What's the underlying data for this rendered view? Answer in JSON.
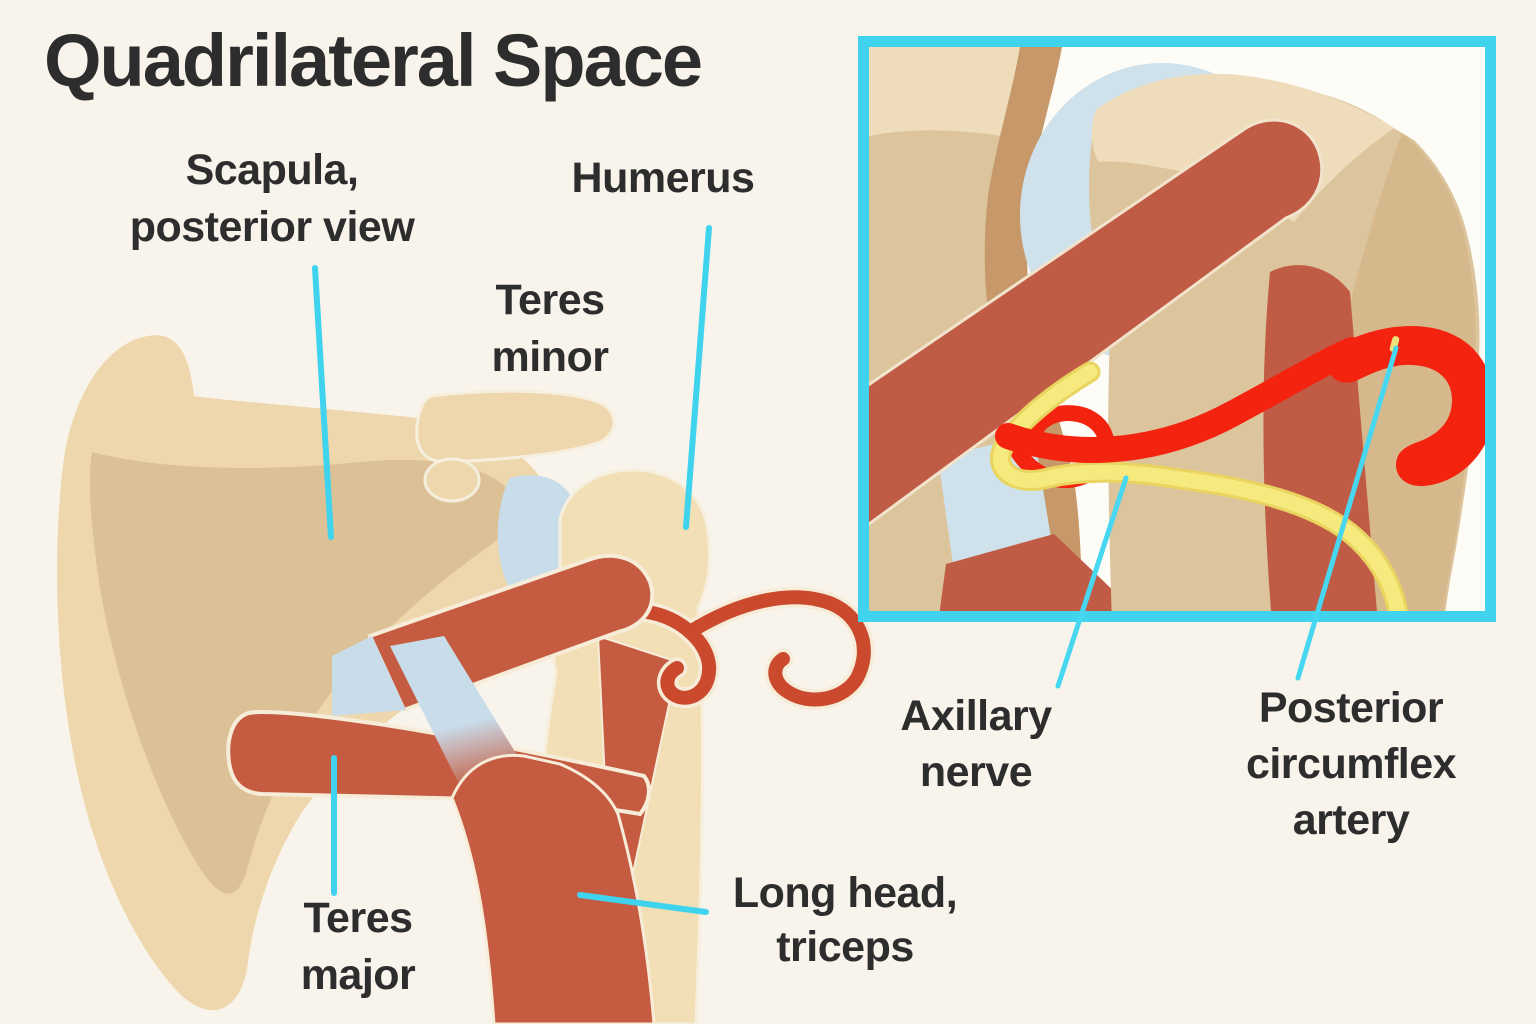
{
  "title": "Quadrilateral Space",
  "main_view": {
    "labels": {
      "scapula": [
        "Scapula,",
        "posterior view"
      ],
      "humerus": [
        "Humerus"
      ],
      "teres_minor": [
        "Teres",
        "minor"
      ],
      "teres_major": [
        "Teres",
        "major"
      ],
      "long_head_triceps": [
        "Long head,",
        "triceps"
      ]
    }
  },
  "inset": {
    "labels": {
      "axillary_nerve": [
        "Axillary",
        "nerve"
      ],
      "posterior_circumflex_artery": [
        "Posterior",
        "circumflex",
        "artery"
      ]
    }
  },
  "palette": {
    "bg": "#f8f4ec",
    "ink": "#2d2d2d",
    "cyan": "#3fd3ee",
    "bone-light": "#f3dfb6",
    "bone-mid": "#eed7ac",
    "bone-shade": "#dcc197",
    "inset-bone": "#dcc49c",
    "inset-bone-light": "#eedcba",
    "inset-bone-dark": "#d5b88b",
    "bone-brown": "#c6986a",
    "muscle": "#c55c41",
    "muscle-inset": "#c05b45",
    "artery-dark": "#cb4a2e",
    "artery-bright": "#f4230f",
    "nerve": "#f6e97e",
    "nerve-edge": "#e9d45f",
    "nerve-orange": "#dd8b44",
    "cartilage": "#c9dcea",
    "cartilage-inset": "#cfe2ec",
    "inset-bg": "#fdfcf7",
    "cream": "#f7ecd8"
  }
}
